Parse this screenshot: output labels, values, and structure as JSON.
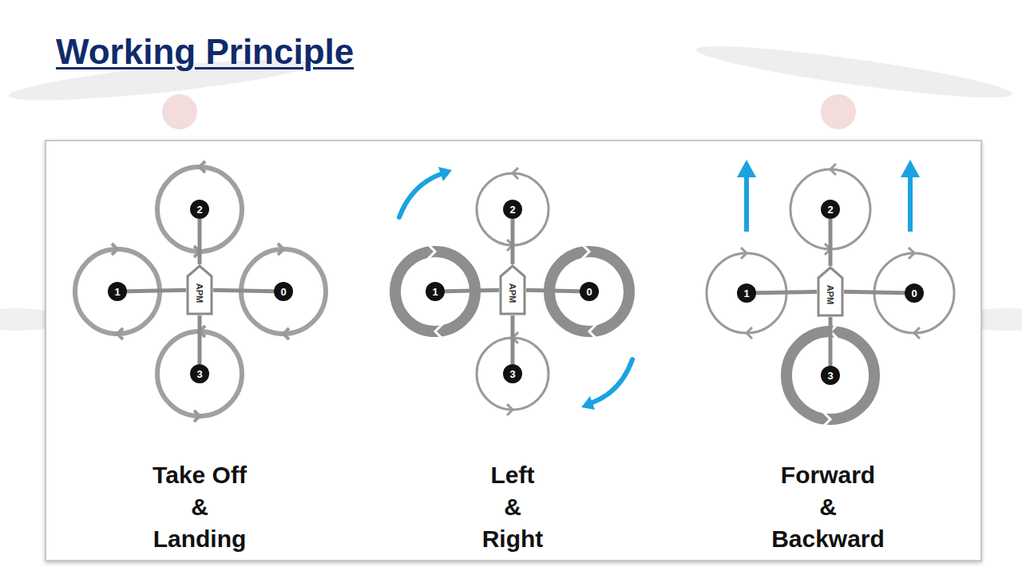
{
  "diagram": {
    "title": "Working Principle",
    "nodes": [
      {
        "text": [
          "Take Off & Landing"
        ]
      },
      {
        "text": [
          "2"
        ],
        "in": 0
      },
      {
        "text": [
          "1"
        ],
        "in": 0
      },
      {
        "text": [
          "APM"
        ],
        "in": 0
      },
      {
        "text": [
          "0"
        ],
        "in": 0
      },
      {
        "text": [
          "3"
        ],
        "in": 0
      },
      {
        "text": [
          "Left & Right"
        ]
      },
      {
        "text": [
          "2"
        ],
        "in": 6
      },
      {
        "text": [
          "1"
        ],
        "in": 6
      },
      {
        "text": [
          "APM"
        ],
        "in": 6
      },
      {
        "text": [
          "0"
        ],
        "in": 6
      },
      {
        "text": [
          "3"
        ],
        "in": 6
      },
      {
        "text": [
          "Forward & Backward"
        ]
      },
      {
        "text": [
          "2"
        ],
        "in": 12
      },
      {
        "text": [
          "1"
        ],
        "in": 12
      },
      {
        "text": [
          "APM"
        ],
        "in": 12
      },
      {
        "text": [
          "0"
        ],
        "in": 12
      },
      {
        "text": [
          "3"
        ],
        "in": 12
      }
    ],
    "edges": [
      {
        "from": 3,
        "to": 1,
        "arrow": "none"
      },
      {
        "from": 3,
        "to": 2,
        "arrow": "none"
      },
      {
        "from": 3,
        "to": 4,
        "arrow": "none"
      },
      {
        "from": 3,
        "to": 5,
        "arrow": "none"
      },
      {
        "from": 9,
        "to": 7,
        "arrow": "none"
      },
      {
        "from": 9,
        "to": 8,
        "arrow": "none"
      },
      {
        "from": 9,
        "to": 10,
        "arrow": "none"
      },
      {
        "from": 9,
        "to": 11,
        "arrow": "none"
      },
      {
        "from": 15,
        "to": 13,
        "arrow": "none"
      },
      {
        "from": 15,
        "to": 14,
        "arrow": "none"
      },
      {
        "from": 15,
        "to": 16,
        "arrow": "none"
      },
      {
        "from": 15,
        "to": 17,
        "arrow": "none"
      }
    ]
  }
}
